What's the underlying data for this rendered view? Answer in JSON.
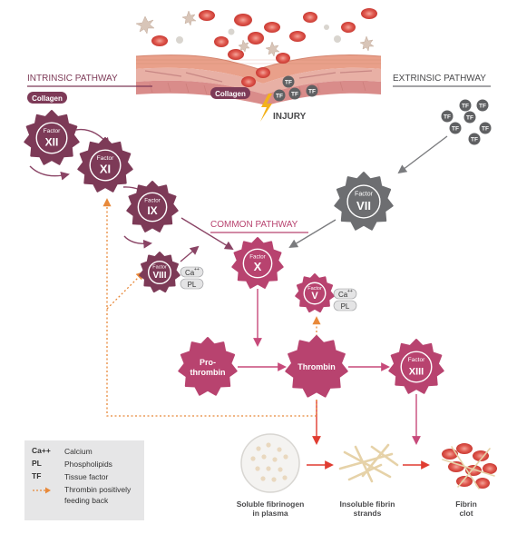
{
  "pathways": {
    "intrinsic": "INTRINSIC PATHWAY",
    "extrinsic": "EXTRINSIC PATHWAY",
    "common": "COMMON PATHWAY"
  },
  "labels": {
    "collagen_top": "Collagen",
    "collagen_left": "Collagen",
    "injury": "INJURY",
    "tf": "TF",
    "factor": "Factor",
    "ca": "Ca",
    "ca_sup": "++",
    "pl": "PL"
  },
  "factors": {
    "xii": "XII",
    "xi": "XI",
    "ix": "IX",
    "viii": "VIII",
    "x": "X",
    "v": "V",
    "vii": "VII",
    "xiii": "XIII",
    "prothrombin_1": "Pro-",
    "prothrombin_2": "thrombin",
    "thrombin": "Thrombin"
  },
  "products": {
    "soluble_1": "Soluble fibrinogen",
    "soluble_2": "in plasma",
    "insoluble_1": "Insoluble fibrin",
    "insoluble_2": "strands",
    "clot_1": "Fibrin",
    "clot_2": "clot"
  },
  "legend": [
    {
      "key": "Ca++",
      "value": "Calcium"
    },
    {
      "key": "PL",
      "value": "Phospholipids"
    },
    {
      "key": "TF",
      "value": "Tissue factor"
    },
    {
      "key": "",
      "value": "Thrombin positively feeding back"
    }
  ],
  "colors": {
    "plum": "#7d3a57",
    "magenta": "#b8436f",
    "gray": "#6d6e71",
    "arrow_pink": "#c74a7a",
    "arrow_red": "#e03c31",
    "feedback": "#e8893a",
    "rbc": "#e05a50"
  }
}
